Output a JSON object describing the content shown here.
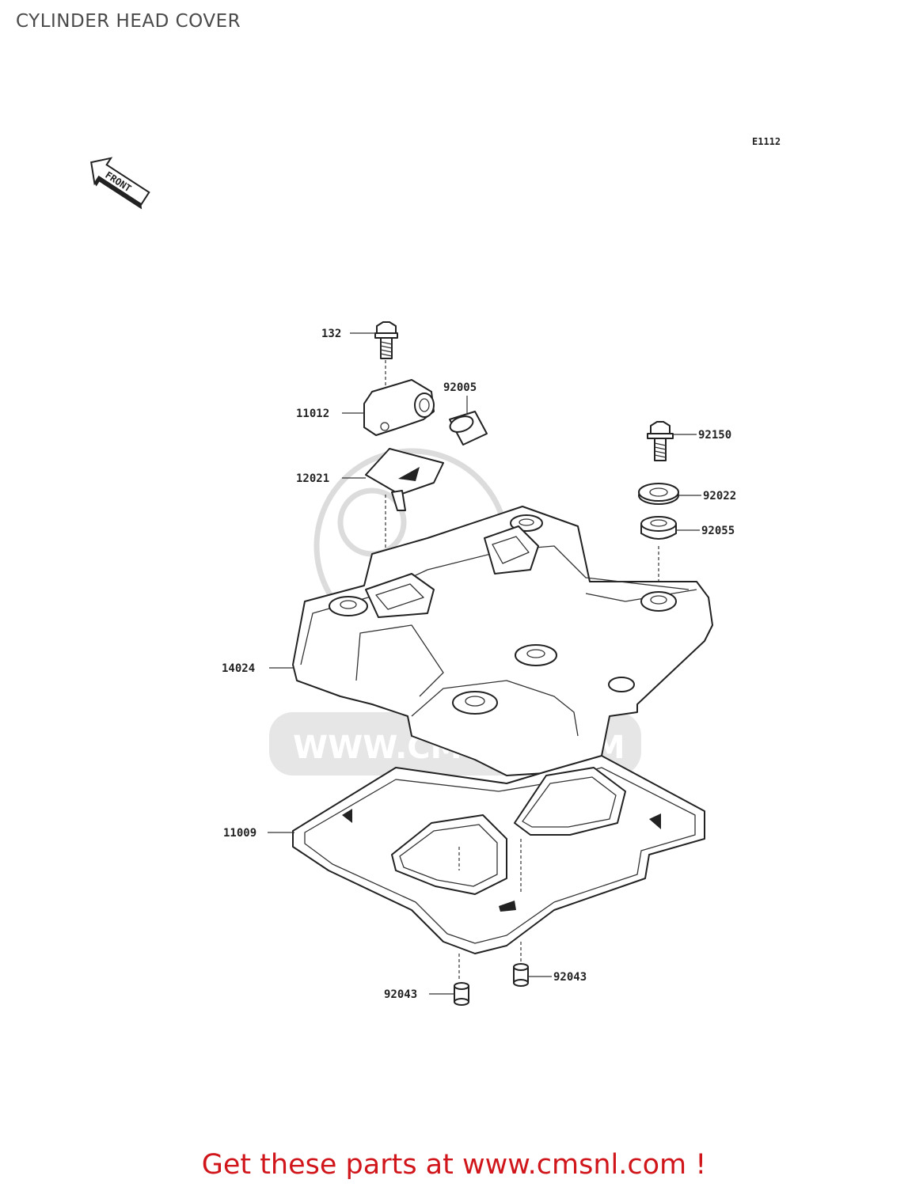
{
  "title": "CYLINDER HEAD COVER",
  "diagram_code": "E1112",
  "front_label": "FRONT",
  "watermark_text": "WWW.CMSNL.COM",
  "footer_text": "Get these parts at www.cmsnl.com !",
  "colors": {
    "footer": "#d0161b",
    "title": "#4a4a4a",
    "lines": "#222222",
    "watermark": "#dcdcdc"
  },
  "parts": {
    "p132": "132",
    "p11012": "11012",
    "p92005": "92005",
    "p12021": "12021",
    "p92150": "92150",
    "p92022": "92022",
    "p92055": "92055",
    "p14024": "14024",
    "p11009": "11009",
    "p92043_left": "92043",
    "p92043_right": "92043"
  }
}
